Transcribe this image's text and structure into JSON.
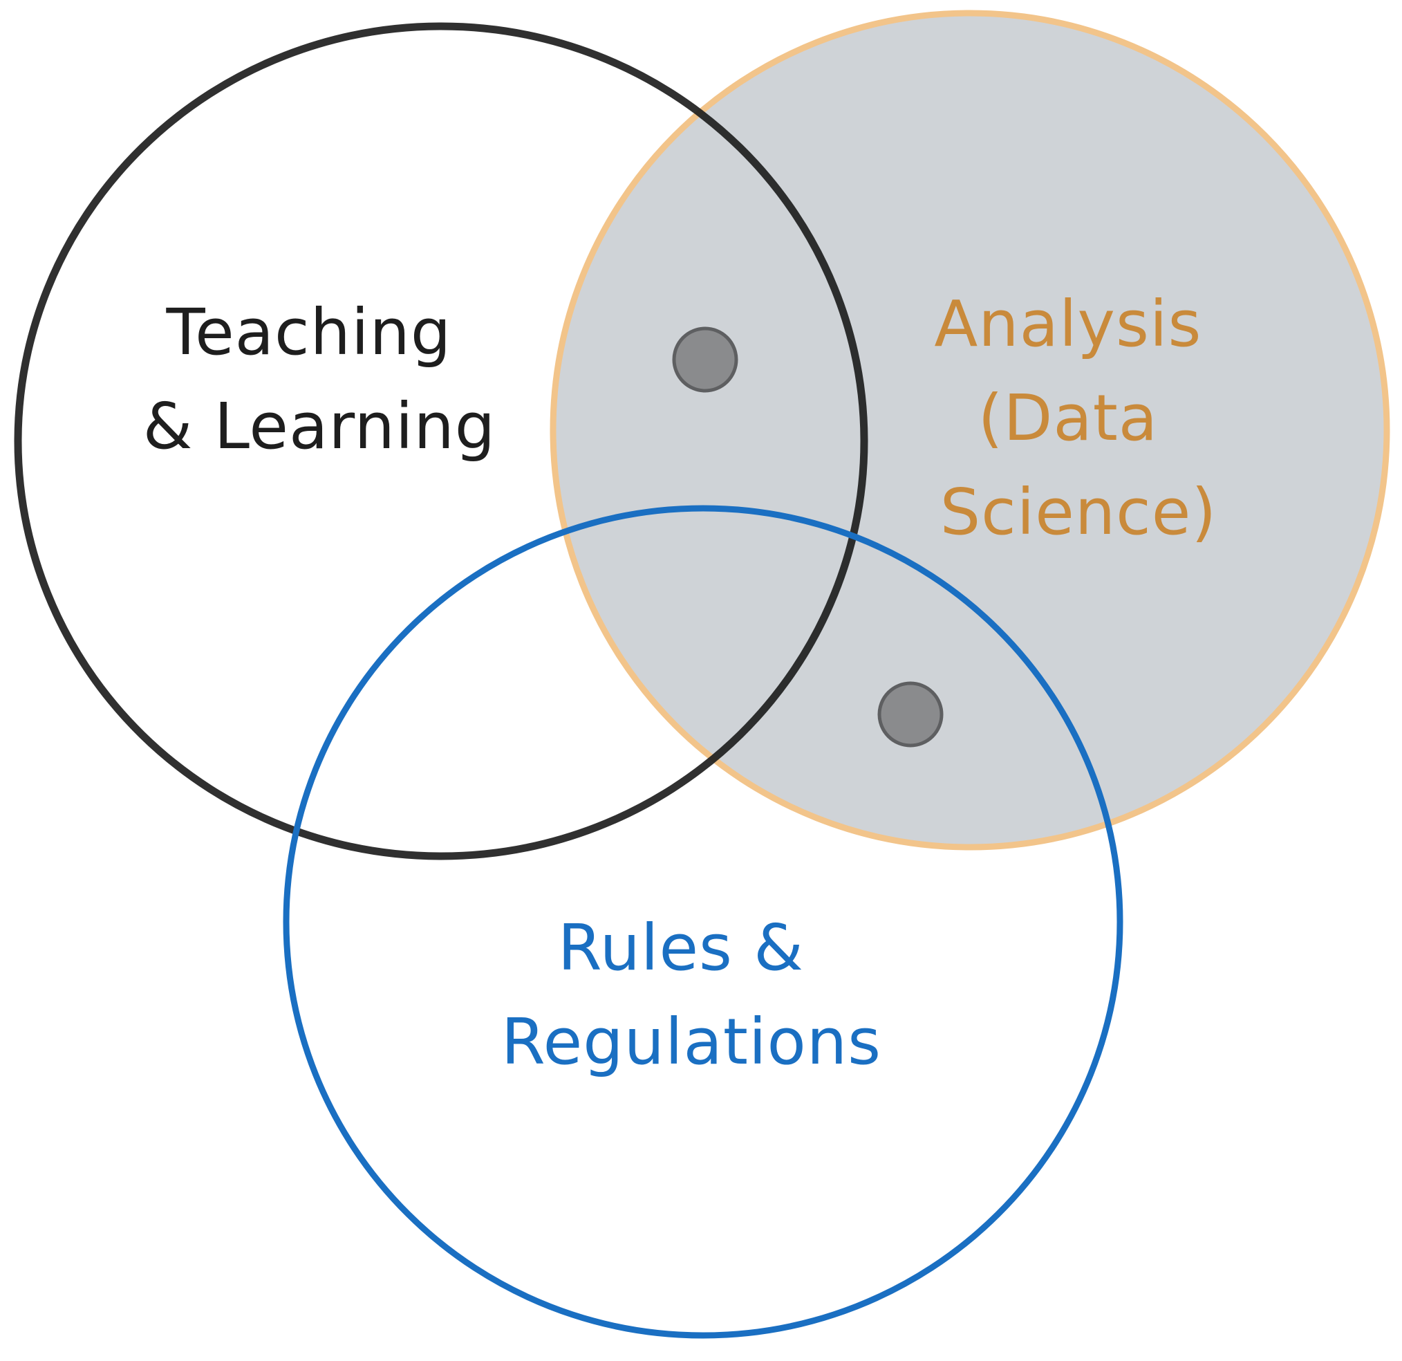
{
  "diagram": {
    "type": "venn",
    "sets": [
      {
        "id": "teaching",
        "lines": [
          "Teaching",
          "& Learning"
        ],
        "stroke_color": "#1e1e1e",
        "text_color": "#1e1e1e",
        "fill": "none"
      },
      {
        "id": "analysis",
        "lines": [
          "Analysis",
          "(Data",
          "Science)"
        ],
        "stroke_color": "#f2c48a",
        "text_color": "#c98a3b",
        "fill": "#cfd3d7"
      },
      {
        "id": "rules",
        "lines": [
          "Rules &",
          "Regulations"
        ],
        "stroke_color": "#1a6fc2",
        "text_color": "#1a6fc2",
        "fill": "none"
      }
    ],
    "markers": [
      {
        "id": "teaching-analysis",
        "between": [
          "teaching",
          "analysis"
        ],
        "color": "#8a8b8d"
      },
      {
        "id": "analysis-rules",
        "between": [
          "analysis",
          "rules"
        ],
        "color": "#8a8b8d"
      }
    ]
  }
}
